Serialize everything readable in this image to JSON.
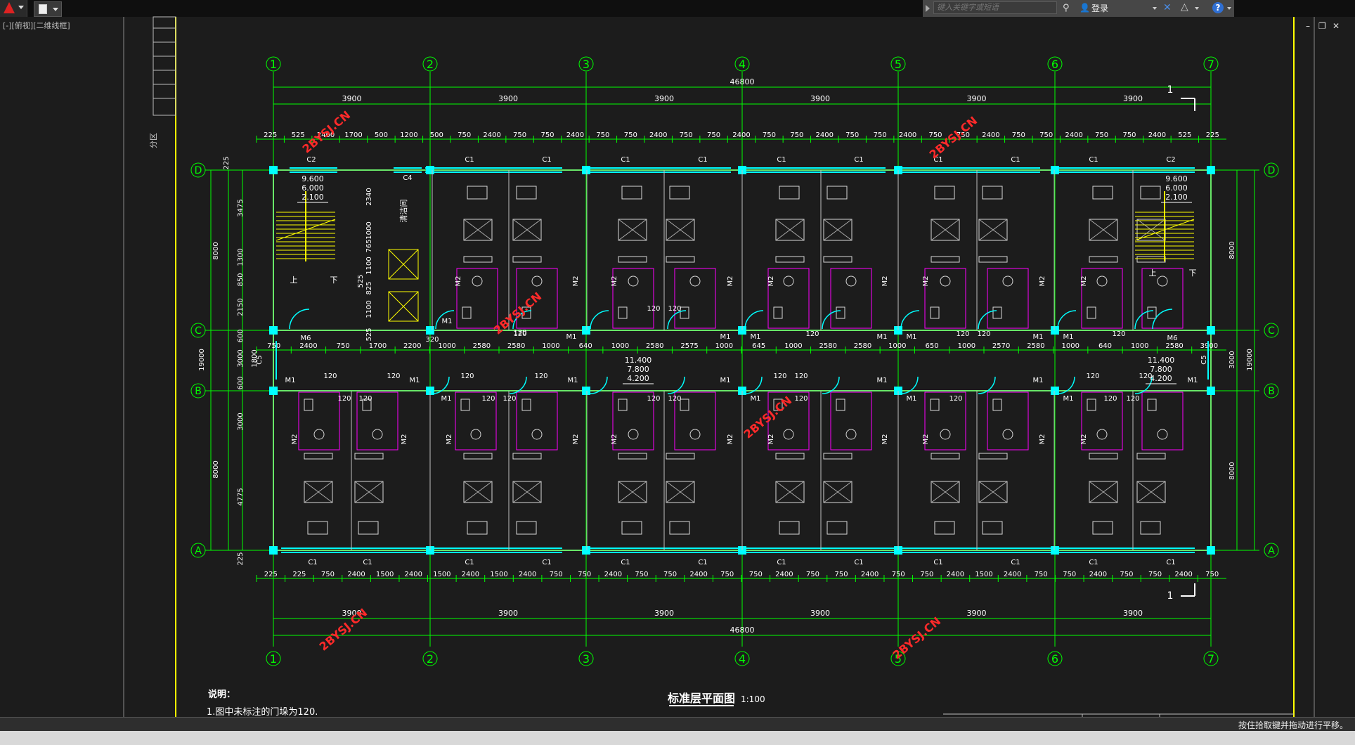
{
  "viewport_label": "[-][俯视][二维线框]",
  "search": {
    "placeholder": "键入关键字或短语"
  },
  "user": {
    "login_label": "登录"
  },
  "status": {
    "message": "按住拾取键并拖动进行平移。"
  },
  "drawing": {
    "grid_numbers": [
      "1",
      "2",
      "3",
      "4",
      "5",
      "6",
      "7"
    ],
    "grid_letters": [
      "D",
      "C",
      "B",
      "A"
    ],
    "total_length": "46800",
    "bay": "3900",
    "top_detail": [
      "225",
      "525",
      "2400",
      "1700",
      "500",
      "1200",
      "500",
      "750",
      "2400",
      "750",
      "750",
      "2400",
      "750",
      "750",
      "2400",
      "750",
      "750",
      "2400",
      "750",
      "750",
      "2400",
      "750",
      "750",
      "2400",
      "750",
      "750",
      "2400",
      "750",
      "750",
      "2400",
      "750",
      "750",
      "2400",
      "525",
      "225"
    ],
    "bottom_detail": [
      "225",
      "225",
      "750",
      "2400",
      "1500",
      "2400",
      "1500",
      "2400",
      "1500",
      "2400",
      "750",
      "750",
      "2400",
      "750",
      "750",
      "2400",
      "750",
      "750",
      "2400",
      "750",
      "750",
      "2400",
      "750",
      "750",
      "2400",
      "1500",
      "2400",
      "750",
      "750",
      "2400",
      "750",
      "750",
      "2400",
      "750"
    ],
    "corridor_dims": [
      "750",
      "2400",
      "750",
      "1700",
      "2200",
      "1000",
      "2580",
      "2580",
      "1000",
      "640",
      "1000",
      "2580",
      "2575",
      "1000",
      "645",
      "1000",
      "2580",
      "2580",
      "1000",
      "650",
      "1000",
      "2570",
      "2580",
      "1000",
      "640",
      "1000",
      "2580",
      "3900"
    ],
    "left_dims": [
      "225",
      "3475",
      "8000",
      "1300",
      "850",
      "2150",
      "600",
      "3000",
      "1800",
      "600",
      "19000",
      "3000",
      "8000",
      "4775",
      "225"
    ],
    "right_dims": [
      "8000",
      "3000",
      "19000",
      "8000"
    ],
    "elevations_left": [
      "9.600",
      "6.000",
      "2.100"
    ],
    "elevations_right": [
      "9.600",
      "6.000",
      "2.100"
    ],
    "elevations_corr": [
      "11.400",
      "7.800",
      "4.200"
    ],
    "elevations_corr2": [
      "11.400",
      "7.800",
      "4.200"
    ],
    "window_labels": {
      "c1": "C1",
      "c2": "C2",
      "c4": "C4",
      "c5": "C5"
    },
    "door_labels": {
      "m1": "M1",
      "m2": "M2",
      "m6": "M6"
    },
    "dims_120": "120",
    "dims_320": "320",
    "stair_up": "上",
    "stair_down": "下",
    "room_label_top": "清洁间",
    "elevator_dims": [
      "2340",
      "1000",
      "765",
      "1100",
      "825",
      "1100",
      "525",
      "525"
    ],
    "section_mark": "1",
    "title": "标准层平面图",
    "scale": "1:100",
    "notes_title": "说明：",
    "notes_line": "1.图中未标注的门垛为120.",
    "watermark": "2BYSJ.CN",
    "side_label": "分区"
  },
  "colors": {
    "green": "#00ff00",
    "cyan": "#00ffff",
    "yellow": "#ffff00",
    "magenta": "#ff00ff",
    "red": "#ff2a2a",
    "white": "#d8d8d8",
    "bg": "#1c1c1c"
  }
}
